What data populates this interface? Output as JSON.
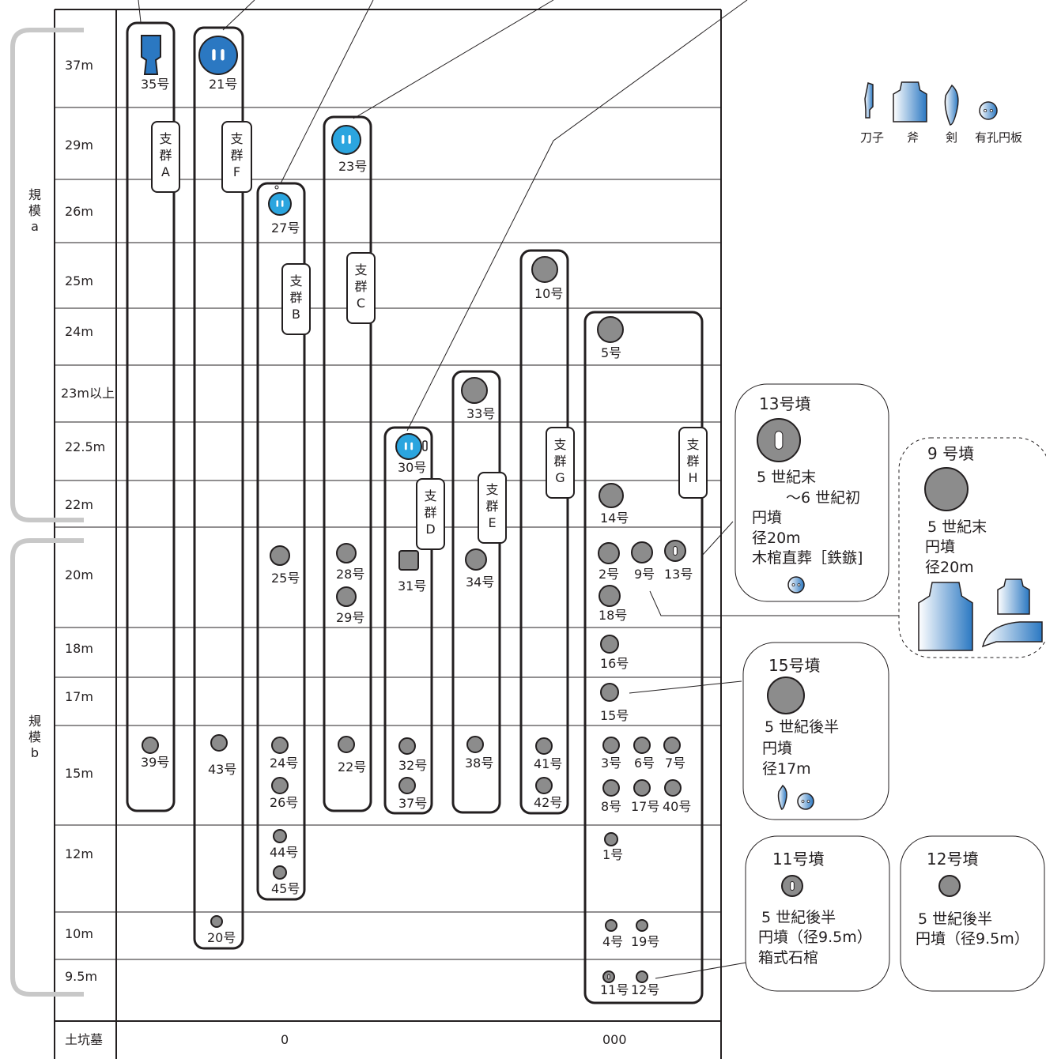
{
  "legend": {
    "items": [
      {
        "label": "刀子",
        "icon": "knife-icon"
      },
      {
        "label": "斧",
        "icon": "axe-icon"
      },
      {
        "label": "剣",
        "icon": "sword-icon"
      },
      {
        "label": "有孔円板",
        "icon": "perforated-disc-icon"
      }
    ]
  },
  "scale_groups": [
    {
      "label": [
        "規",
        "模",
        "a"
      ]
    },
    {
      "label": [
        "規",
        "模",
        "b"
      ]
    }
  ],
  "rows": [
    "37m",
    "29m",
    "26m",
    "25m",
    "24m",
    "23m以上",
    "22.5m",
    "22m",
    "20m",
    "18m",
    "17m",
    "15m",
    "12m",
    "10m",
    "9.5m",
    "土坑墓"
  ],
  "groups": [
    {
      "chars": [
        "支",
        "群",
        "A"
      ]
    },
    {
      "chars": [
        "支",
        "群",
        "F"
      ]
    },
    {
      "chars": [
        "支",
        "群",
        "B"
      ]
    },
    {
      "chars": [
        "支",
        "群",
        "C"
      ]
    },
    {
      "chars": [
        "支",
        "群",
        "D"
      ]
    },
    {
      "chars": [
        "支",
        "群",
        "E"
      ]
    },
    {
      "chars": [
        "支",
        "群",
        "G"
      ]
    },
    {
      "chars": [
        "支",
        "群",
        "H"
      ]
    }
  ],
  "tombs": [
    {
      "label": "35号",
      "kind": "keyhole",
      "color": "#2b78c2"
    },
    {
      "label": "39号",
      "kind": "circle"
    },
    {
      "label": "21号",
      "kind": "circle",
      "color": "#2b78c2",
      "pits": 2
    },
    {
      "label": "43号",
      "kind": "circle"
    },
    {
      "label": "20号",
      "kind": "circle"
    },
    {
      "label": "27号",
      "kind": "circle",
      "color": "#2ba5df",
      "pits": 2
    },
    {
      "label": "25号",
      "kind": "circle"
    },
    {
      "label": "24号",
      "kind": "circle"
    },
    {
      "label": "26号",
      "kind": "circle"
    },
    {
      "label": "44号",
      "kind": "circle"
    },
    {
      "label": "45号",
      "kind": "circle"
    },
    {
      "label": "23号",
      "kind": "circle",
      "color": "#2ba5df",
      "pits": 2
    },
    {
      "label": "28号",
      "kind": "circle"
    },
    {
      "label": "29号",
      "kind": "circle"
    },
    {
      "label": "22号",
      "kind": "circle"
    },
    {
      "label": "30号",
      "kind": "circle",
      "color": "#2ba5df",
      "pits": 2
    },
    {
      "label": "31号",
      "kind": "square"
    },
    {
      "label": "32号",
      "kind": "circle"
    },
    {
      "label": "37号",
      "kind": "circle"
    },
    {
      "label": "33号",
      "kind": "circle"
    },
    {
      "label": "34号",
      "kind": "circle"
    },
    {
      "label": "38号",
      "kind": "circle"
    },
    {
      "label": "10号",
      "kind": "circle"
    },
    {
      "label": "41号",
      "kind": "circle"
    },
    {
      "label": "42号",
      "kind": "circle"
    },
    {
      "label": "5号",
      "kind": "circle"
    },
    {
      "label": "14号",
      "kind": "circle"
    },
    {
      "label": "2号",
      "kind": "circle"
    },
    {
      "label": "9号",
      "kind": "circle"
    },
    {
      "label": "13号",
      "kind": "circle",
      "pits": 1
    },
    {
      "label": "18号",
      "kind": "circle"
    },
    {
      "label": "16号",
      "kind": "circle"
    },
    {
      "label": "15号",
      "kind": "circle"
    },
    {
      "label": "3号",
      "kind": "circle"
    },
    {
      "label": "6号",
      "kind": "circle"
    },
    {
      "label": "7号",
      "kind": "circle"
    },
    {
      "label": "8号",
      "kind": "circle"
    },
    {
      "label": "17号",
      "kind": "circle"
    },
    {
      "label": "40号",
      "kind": "circle"
    },
    {
      "label": "1号",
      "kind": "circle"
    },
    {
      "label": "4号",
      "kind": "circle"
    },
    {
      "label": "19号",
      "kind": "circle"
    },
    {
      "label": "11号",
      "kind": "circle",
      "pits": 1
    },
    {
      "label": "12号",
      "kind": "circle"
    }
  ],
  "pit_graves": [
    "0",
    "000"
  ],
  "info_boxes": [
    {
      "title": "13号墳",
      "lines": [
        "5 世紀末",
        "～6 世紀初",
        "円墳",
        "径20m",
        "木棺直葬［鉄鏃]"
      ]
    },
    {
      "title": "9 号墳",
      "lines": [
        "5 世紀末",
        "円墳",
        "径20m"
      ]
    },
    {
      "title": "15号墳",
      "lines": [
        "5 世紀後半",
        "円墳",
        "径17m"
      ]
    },
    {
      "title": "11号墳",
      "lines": [
        "5 世紀後半",
        "円墳（径9.5m）",
        "箱式石棺"
      ]
    },
    {
      "title": "12号墳",
      "lines": [
        "5 世紀後半",
        "円墳（径9.5m）"
      ]
    }
  ],
  "colors": {
    "tomb_gray": "#8c8c8c",
    "blue_dark": "#2b78c2",
    "blue_light": "#2ba5df",
    "line": "#231f20",
    "bracket": "#c8c8c8"
  }
}
